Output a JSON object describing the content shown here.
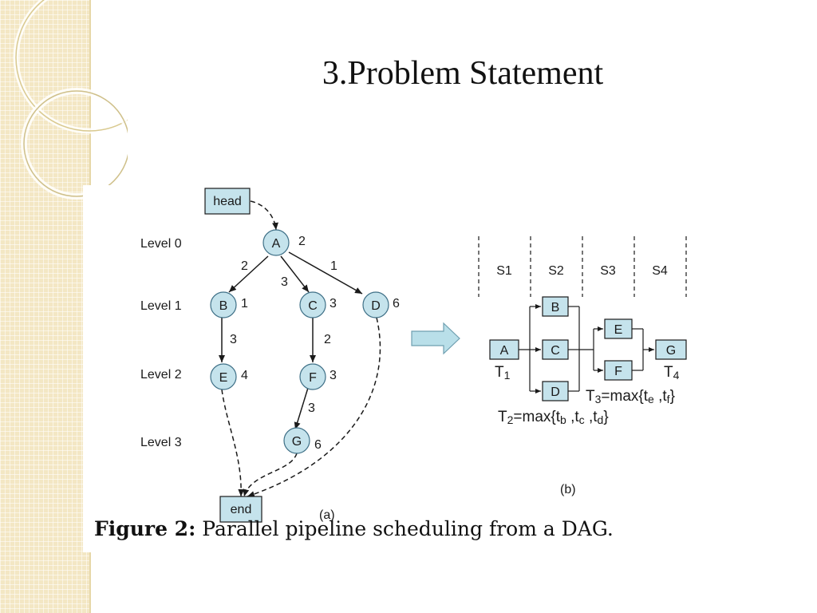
{
  "slide": {
    "title": "3.Problem Statement"
  },
  "figure": {
    "caption_label": "Figure 2:",
    "caption_text": "Parallel pipeline scheduling from a DAG.",
    "panel_a": {
      "tag": "(a)",
      "head_label": "head",
      "end_label": "end",
      "levels": [
        "Level 0",
        "Level 1",
        "Level 2",
        "Level 3"
      ],
      "nodes": [
        {
          "id": "A",
          "weight": "2"
        },
        {
          "id": "B",
          "weight": "1"
        },
        {
          "id": "C",
          "weight": "3"
        },
        {
          "id": "D",
          "weight": "6"
        },
        {
          "id": "E",
          "weight": "4"
        },
        {
          "id": "F",
          "weight": "3"
        },
        {
          "id": "G",
          "weight": "6"
        }
      ],
      "edges": [
        {
          "from": "A",
          "to": "B",
          "weight": "2"
        },
        {
          "from": "A",
          "to": "C",
          "weight": "3"
        },
        {
          "from": "A",
          "to": "D",
          "weight": "1"
        },
        {
          "from": "B",
          "to": "E",
          "weight": "3"
        },
        {
          "from": "C",
          "to": "F",
          "weight": "2"
        },
        {
          "from": "F",
          "to": "G",
          "weight": "3"
        }
      ]
    },
    "panel_b": {
      "tag": "(b)",
      "stages": [
        "S1",
        "S2",
        "S3",
        "S4"
      ],
      "boxes": [
        "A",
        "B",
        "C",
        "D",
        "E",
        "F",
        "G"
      ],
      "t1": {
        "base": "T",
        "sub": "1"
      },
      "t4": {
        "base": "T",
        "sub": "4"
      },
      "t2": {
        "base": "T",
        "sub": "2",
        "expr": "=max{t",
        "s1": "b",
        "mid1": " ,t",
        "s2": "c",
        "mid2": " ,t",
        "s3": "d",
        "end": "}"
      },
      "t3": {
        "base": "T",
        "sub": "3",
        "expr": "=max{t",
        "s1": "e",
        "mid1": " ,t",
        "s2": "f",
        "end": "}"
      }
    },
    "colors": {
      "node_fill": "#c5e3ec",
      "node_stroke": "#3e6f86",
      "box_fill": "#c5e3ec",
      "arrow_fill": "#b9dfe9"
    }
  }
}
